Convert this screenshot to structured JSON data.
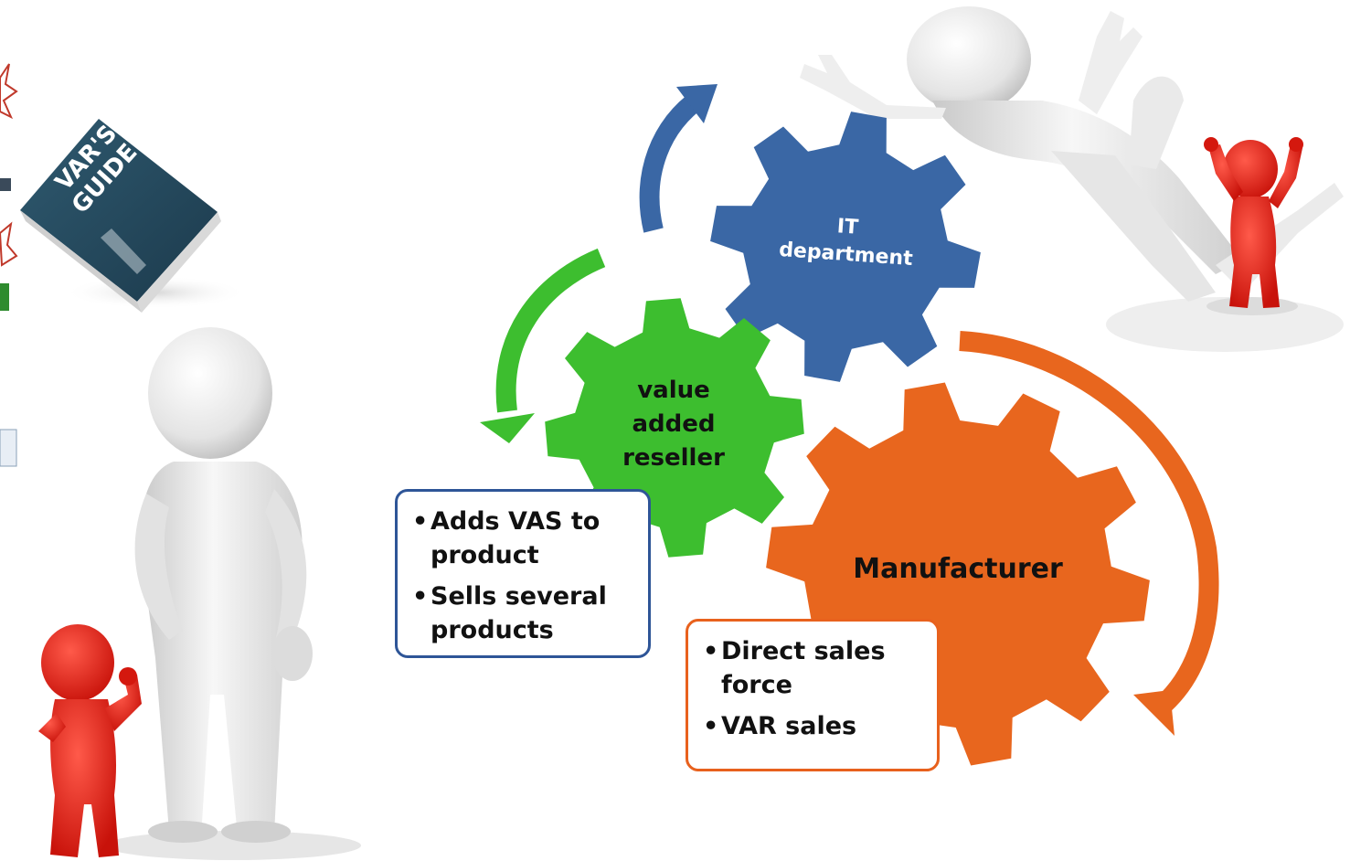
{
  "diagram": {
    "book": {
      "title_line1": "VAR'S",
      "title_line2": "GUIDE"
    },
    "gears": {
      "it": {
        "line1": "IT",
        "line2": "department",
        "color": "#3A67A5"
      },
      "var": {
        "line1": "value",
        "line2": "added",
        "line3": "reseller",
        "color": "#3DBE2F"
      },
      "manufacturer": {
        "label": "Manufacturer",
        "color": "#E8661E"
      }
    },
    "var_notes": {
      "items": [
        "Adds VAS to product",
        "Sells several products"
      ],
      "lines": [
        "Adds VAS to",
        "product",
        "Sells several",
        "products"
      ],
      "border_color": "#2E5597"
    },
    "manufacturer_notes": {
      "items": [
        "Direct sales force",
        "VAR sales"
      ],
      "lines": [
        "Direct sales",
        "force",
        "VAR sales"
      ],
      "border_color": "#E8611D"
    }
  }
}
